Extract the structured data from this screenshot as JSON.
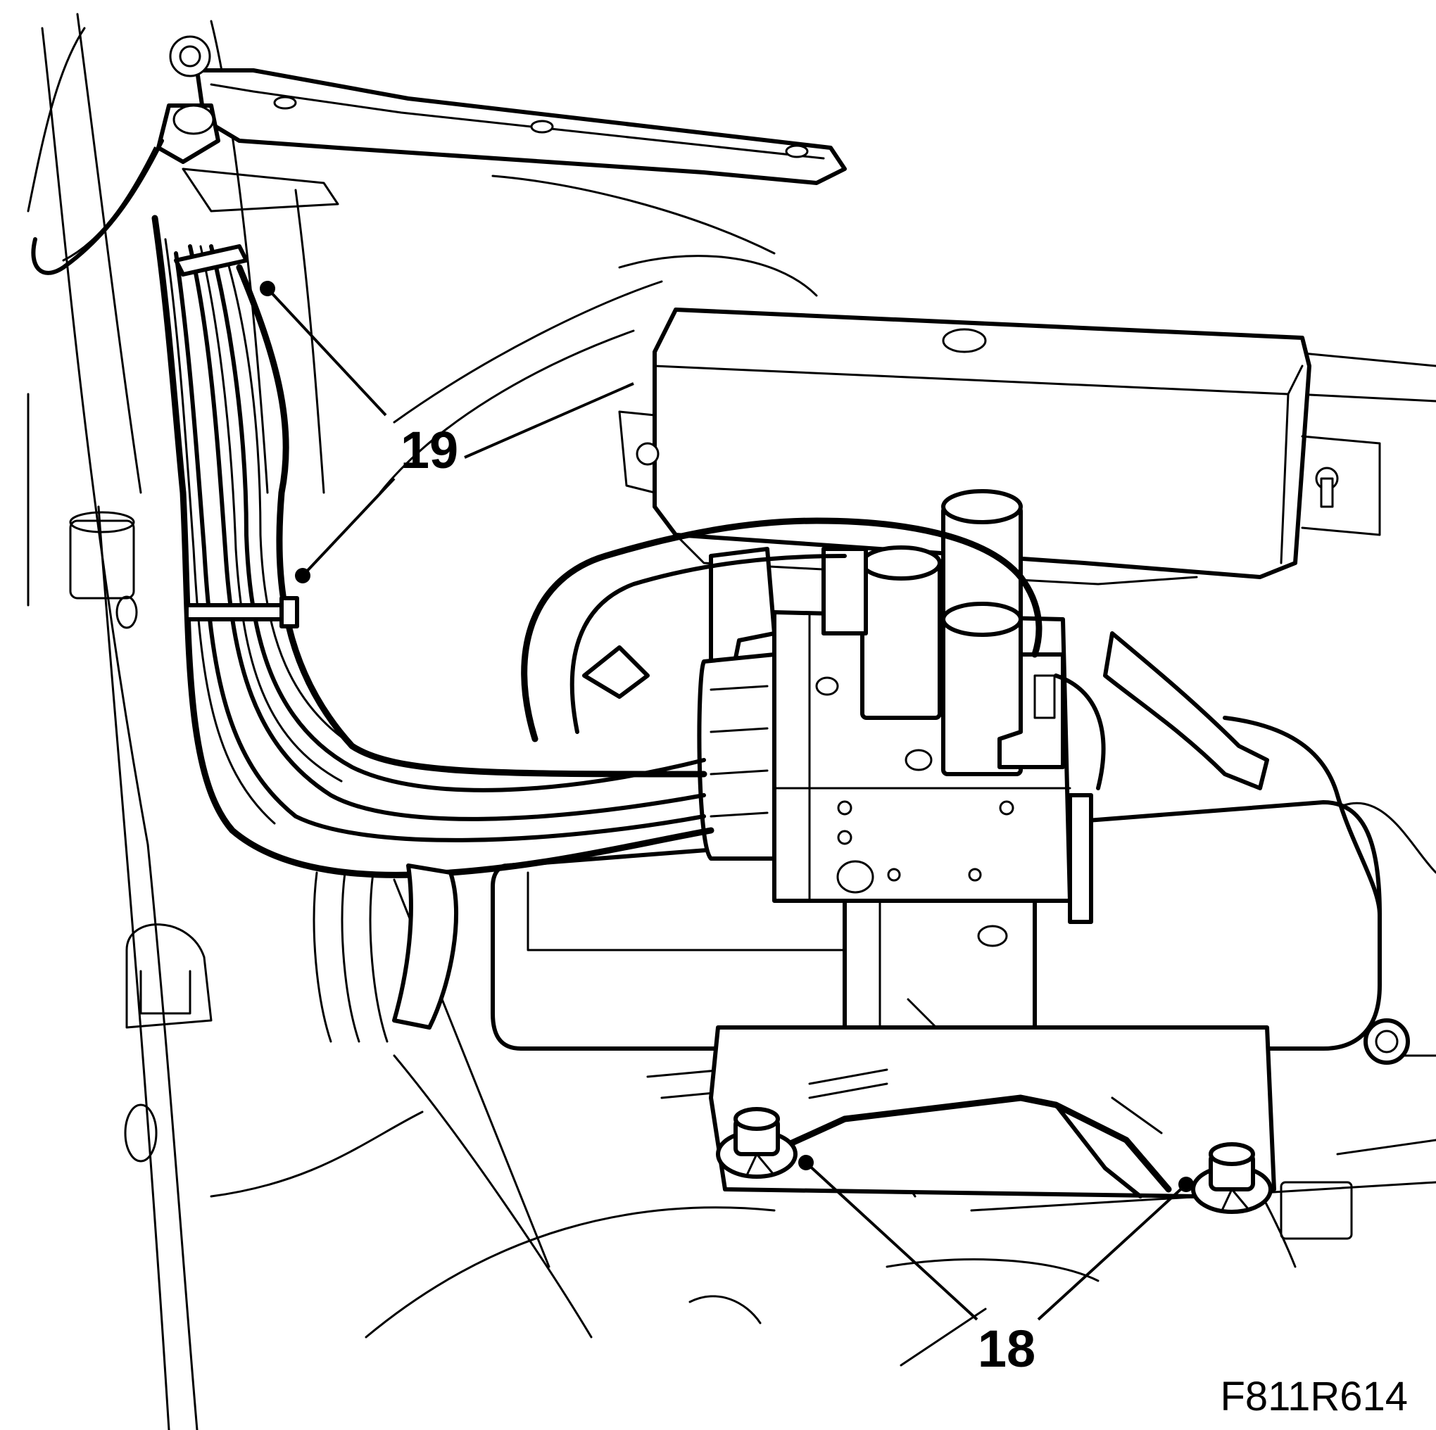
{
  "figure_code": "F811R614",
  "callouts": [
    {
      "id": "19",
      "label": "19"
    },
    {
      "id": "18",
      "label": "18"
    }
  ],
  "colors": {
    "line": "#000000",
    "background": "#ffffff"
  }
}
